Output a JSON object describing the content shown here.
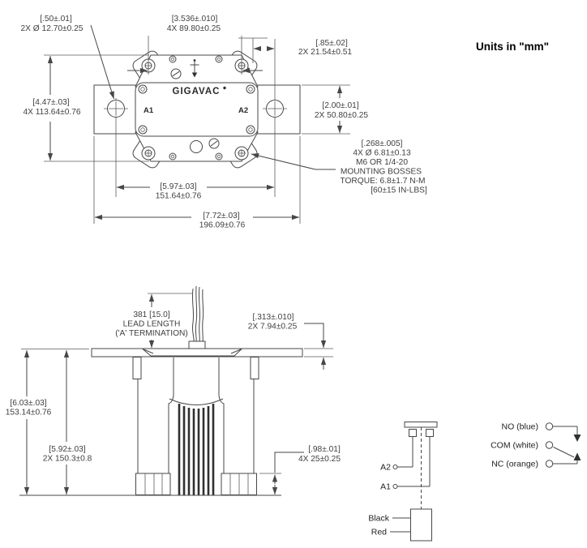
{
  "units_note": "Units in \"mm\"",
  "top_view": {
    "logo": "GIGAVAC",
    "terminal_a1": "A1",
    "terminal_a2": "A2",
    "dims": {
      "hole_callout": {
        "l1": "[.50±.01]",
        "l2": "2X Ø 12.70±0.25"
      },
      "boss_spacing": {
        "l1": "[3.536±.010]",
        "l2": "4X 89.80±0.25"
      },
      "hole_offset": {
        "l1": "[.85±.02]",
        "l2": "2X 21.54±0.51"
      },
      "vertical_spacing": {
        "l1": "[4.47±.03]",
        "l2": "4X 113.64±0.76"
      },
      "plate_height": {
        "l1": "[2.00±.01]",
        "l2": "2X 50.80±0.25"
      },
      "hole_span": {
        "l1": "[5.97±.03]",
        "l2": "151.64±0.76"
      },
      "plate_width": {
        "l1": "[7.72±.03]",
        "l2": "196.09±0.76"
      }
    },
    "mounting_note": {
      "l1": "[.268±.005]",
      "l2": "4X Ø 6.81±0.13",
      "l3": "M6 OR 1/4-20",
      "l4": "MOUNTING BOSSES",
      "l5": "TORQUE: 6.8±1.7 N-M",
      "l6": "[60±15 IN-LBS]"
    }
  },
  "side_view": {
    "dims": {
      "lead_length": {
        "l1": "381 [15.0]",
        "l2": "LEAD LENGTH",
        "l3": "('A' TERMINATION)"
      },
      "plate_thickness": {
        "l1": "[.313±.010]",
        "l2": "2X 7.94±0.25"
      },
      "total_height": {
        "l1": "[6.03±.03]",
        "l2": "153.14±0.76"
      },
      "body_height": {
        "l1": "[5.92±.03]",
        "l2": "2X 150.3±0.8"
      },
      "foot_height": {
        "l1": "[.98±.01]",
        "l2": "4X 25±0.25"
      }
    }
  },
  "wiring": {
    "coil_terminal_a2": "A2",
    "coil_terminal_a1": "A1",
    "wire_black": "Black",
    "wire_red": "Red",
    "aux_no": "NO (blue)",
    "aux_com": "COM (white)",
    "aux_nc": "NC (orange)"
  }
}
